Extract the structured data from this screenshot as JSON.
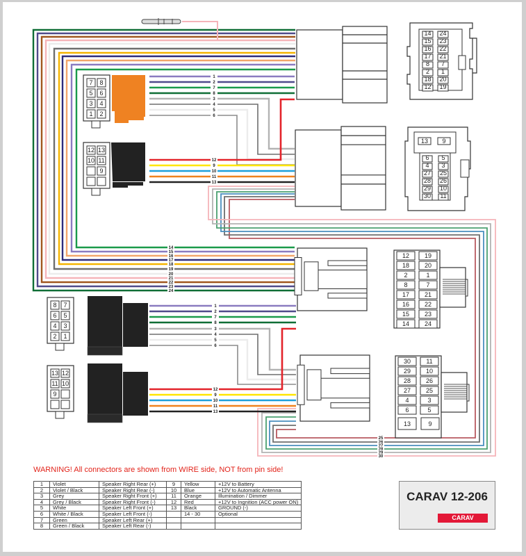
{
  "title": "CARAV 12-206",
  "brand": "CARAV",
  "warning": "WARNING! All connectors are shown from WIRE side, NOT from pin side!",
  "colors": {
    "violet": "#8a7bc0",
    "violet_black": "#4f4a8a",
    "green": "#1a9a4a",
    "green_black": "#0f6e36",
    "grey": "#b3b3b3",
    "grey_black": "#6e6e6e",
    "white": "#ececec",
    "white_black": "#8c8c8c",
    "red": "#e3242b",
    "yellow": "#ffe600",
    "blue": "#1ea0dc",
    "orange": "#f0821e",
    "black": "#222222",
    "pink": "#f5b4b9",
    "brown": "#a0561e",
    "light_orange": "#f2a66a",
    "dark_blue": "#2e2c7a",
    "amber": "#f5b400",
    "dark_red": "#b85a60",
    "steel_blue": "#4a8fbf",
    "sea_green": "#4aa070",
    "accent_red": "#e31837"
  },
  "legend": {
    "rows": [
      {
        "num": "1",
        "color": "Violet",
        "desc": "Speaker Right Rear (+)",
        "num2": "9",
        "color2": "Yellow",
        "desc2": "+12V to Battery"
      },
      {
        "num": "2",
        "color": "Violet / Black",
        "desc": "Speaker Right Rear (-)",
        "num2": "10",
        "color2": "Blue",
        "desc2": "+12V to Automatic Antenna"
      },
      {
        "num": "3",
        "color": "Grey",
        "desc": "Speaker Right Front (+)",
        "num2": "11",
        "color2": "Orange",
        "desc2": "Illumination / Dimmer"
      },
      {
        "num": "4",
        "color": "Grey / Black",
        "desc": "Speaker Right Front (-)",
        "num2": "12",
        "color2": "Red",
        "desc2": "+12V to Ingnition (ACC power ON)"
      },
      {
        "num": "5",
        "color": "White",
        "desc": "Speaker Left Front (+)",
        "num2": "13",
        "color2": "Black",
        "desc2": "GROUND (-)"
      },
      {
        "num": "6",
        "color": "White / Black",
        "desc": "Speaker Left Front (-)",
        "num2": "",
        "color2": "14 - 30",
        "desc2": "Optional"
      },
      {
        "num": "7",
        "color": "Green",
        "desc": "Speaker Left Rear (+)",
        "num2": "",
        "color2": "",
        "desc2": ""
      },
      {
        "num": "8",
        "color": "Green / Black",
        "desc": "Speaker Left Rear (-)",
        "num2": "",
        "color2": "",
        "desc2": ""
      }
    ]
  },
  "iso_speaker_pins": [
    [
      "7",
      "8"
    ],
    [
      "5",
      "6"
    ],
    [
      "3",
      "4"
    ],
    [
      "1",
      "2"
    ]
  ],
  "iso_power_pins": [
    [
      "12",
      "13"
    ],
    [
      "10",
      "11"
    ],
    [
      "",
      "9"
    ],
    [
      "",
      ""
    ]
  ],
  "iso_speaker_pins_lower": [
    [
      "8",
      "7"
    ],
    [
      "6",
      "5"
    ],
    [
      "4",
      "3"
    ],
    [
      "2",
      "1"
    ]
  ],
  "iso_power_pins_lower": [
    [
      "13",
      "12"
    ],
    [
      "11",
      "10"
    ],
    [
      "9",
      ""
    ],
    [
      "",
      ""
    ]
  ],
  "speaker_wires": [
    {
      "label": "1",
      "color": "violet"
    },
    {
      "label": "2",
      "color": "violet_black"
    },
    {
      "label": "7",
      "color": "green"
    },
    {
      "label": "8",
      "color": "green_black"
    },
    {
      "label": "3",
      "color": "grey"
    },
    {
      "label": "4",
      "color": "grey_black"
    },
    {
      "label": "5",
      "color": "white"
    },
    {
      "label": "6",
      "color": "white_black"
    }
  ],
  "power_wires": [
    {
      "label": "12",
      "color": "red"
    },
    {
      "label": "9",
      "color": "yellow"
    },
    {
      "label": "10",
      "color": "blue"
    },
    {
      "label": "11",
      "color": "orange"
    },
    {
      "label": "13",
      "color": "black"
    }
  ],
  "optional_wires": [
    {
      "label": "14",
      "color": "green"
    },
    {
      "label": "15",
      "color": "violet"
    },
    {
      "label": "16",
      "color": "light_orange"
    },
    {
      "label": "17",
      "color": "dark_blue"
    },
    {
      "label": "18",
      "color": "amber"
    },
    {
      "label": "19",
      "color": "grey_black"
    },
    {
      "label": "20",
      "color": "white"
    },
    {
      "label": "21",
      "color": "pink"
    },
    {
      "label": "22",
      "color": "brown"
    },
    {
      "label": "23",
      "color": "violet_black"
    },
    {
      "label": "24",
      "color": "green_black"
    }
  ],
  "optional_wires_2": [
    {
      "label": "25",
      "color": "dark_red"
    },
    {
      "label": "26",
      "color": "grey_black"
    },
    {
      "label": "27",
      "color": "steel_blue"
    },
    {
      "label": "28",
      "color": "sea_green"
    },
    {
      "label": "29",
      "color": "grey"
    },
    {
      "label": "30",
      "color": "pink"
    }
  ],
  "vehicle_conn_a_pins": [
    [
      "14",
      "24"
    ],
    [
      "15",
      "23"
    ],
    [
      "16",
      "22"
    ],
    [
      "17",
      "21"
    ],
    [
      "8",
      "7"
    ],
    [
      "2",
      "1"
    ],
    [
      "18",
      "20"
    ],
    [
      "12",
      "19"
    ]
  ],
  "vehicle_conn_b_top": [
    "13",
    "9"
  ],
  "vehicle_conn_b_pins": [
    [
      "6",
      "5"
    ],
    [
      "4",
      "3"
    ],
    [
      "27",
      "25"
    ],
    [
      "28",
      "26"
    ],
    [
      "29",
      "10"
    ],
    [
      "30",
      "11"
    ]
  ],
  "vehicle_conn_c_pins": [
    [
      "12",
      "19"
    ],
    [
      "18",
      "20"
    ],
    [
      "2",
      "1"
    ],
    [
      "8",
      "7"
    ],
    [
      "17",
      "21"
    ],
    [
      "16",
      "22"
    ],
    [
      "15",
      "23"
    ],
    [
      "14",
      "24"
    ]
  ],
  "vehicle_conn_d_pins": [
    [
      "30",
      "11"
    ],
    [
      "29",
      "10"
    ],
    [
      "28",
      "26"
    ],
    [
      "27",
      "25"
    ],
    [
      "4",
      "3"
    ],
    [
      "6",
      "5"
    ]
  ],
  "vehicle_conn_d_bottom": [
    "13",
    "9"
  ]
}
